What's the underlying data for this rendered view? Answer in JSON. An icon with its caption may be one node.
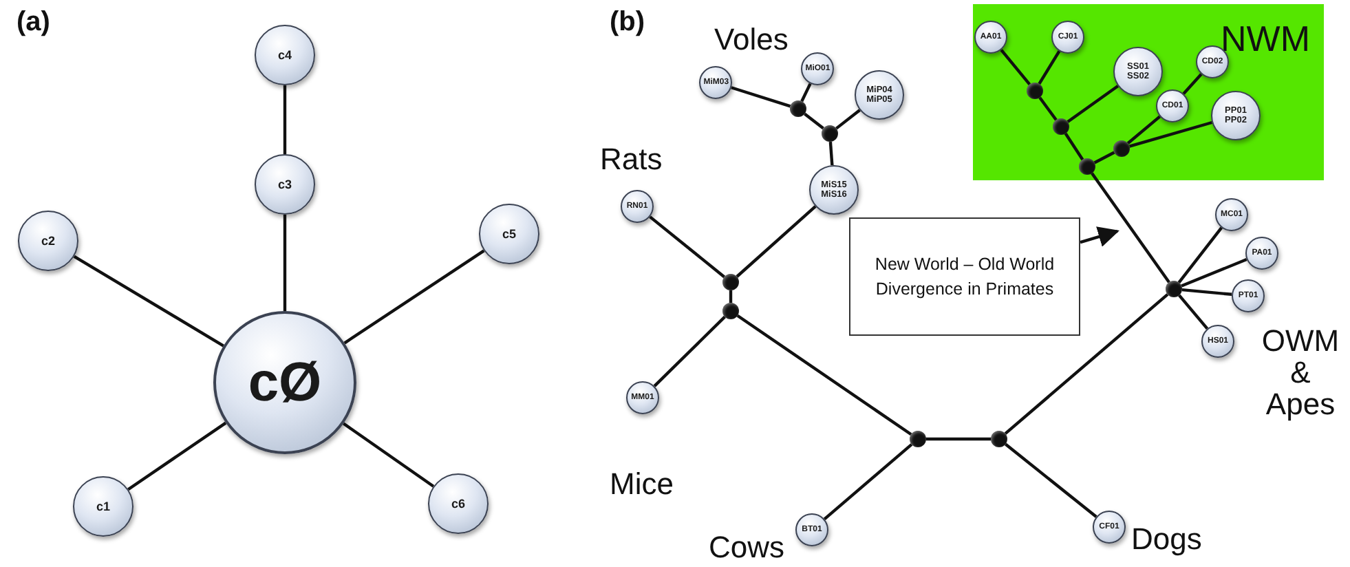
{
  "diagram": {
    "nodes": [
      {
        "text": [
          "c4"
        ]
      },
      {
        "text": [
          "c3"
        ]
      },
      {
        "text": [
          "c2"
        ]
      },
      {
        "text": [
          "c5"
        ]
      },
      {
        "text": [
          "cØ"
        ]
      },
      {
        "text": [
          "c1"
        ]
      },
      {
        "text": [
          "c6"
        ]
      },
      {
        "text": [
          "NWM"
        ]
      },
      {
        "text": [
          "AA01"
        ],
        "in": 7
      },
      {
        "text": [
          "CJ01"
        ],
        "in": 7
      },
      {
        "text": [
          "SS01 SS02"
        ],
        "in": 7
      },
      {
        "text": [
          "CD02"
        ],
        "in": 7
      },
      {
        "text": [
          "CD01"
        ],
        "in": 7
      },
      {
        "text": [
          "PP01 PP02"
        ],
        "in": 7
      },
      {
        "text": [],
        "shape": "circle",
        "in": 7
      },
      {
        "text": [],
        "shape": "circle",
        "in": 7
      },
      {
        "text": [],
        "shape": "circle",
        "in": 7
      },
      {
        "text": [],
        "shape": "circle",
        "in": 7
      },
      {
        "text": [
          "MiO01"
        ]
      },
      {
        "text": [
          "MiM03"
        ]
      },
      {
        "text": [
          "MiP04 MiP05"
        ]
      },
      {
        "text": [],
        "shape": "circle"
      },
      {
        "text": [],
        "shape": "circle"
      },
      {
        "text": [
          "MiS15 MiS16"
        ]
      },
      {
        "text": [
          "RN01"
        ]
      },
      {
        "text": [
          "New World – Old World Divergence in Primates"
        ]
      },
      {
        "text": [
          "MC01"
        ]
      },
      {
        "text": [
          "PA01"
        ]
      },
      {
        "text": [
          "PT01"
        ]
      },
      {
        "text": [
          "HS01"
        ]
      },
      {
        "text": [],
        "shape": "circle"
      },
      {
        "text": [],
        "shape": "circle"
      },
      {
        "text": [],
        "shape": "circle"
      },
      {
        "text": [
          "MM01"
        ]
      },
      {
        "text": [],
        "shape": "circle"
      },
      {
        "text": [],
        "shape": "circle"
      },
      {
        "text": [
          "BT01"
        ]
      },
      {
        "text": [
          "CF01"
        ]
      }
    ],
    "edges": [
      {
        "from": 0,
        "to": 1,
        "arrow": "none"
      },
      {
        "from": 1,
        "to": 4,
        "arrow": "none"
      },
      {
        "from": 2,
        "to": 4,
        "arrow": "none"
      },
      {
        "from": 3,
        "to": 4,
        "arrow": "none"
      },
      {
        "from": 5,
        "to": 4,
        "arrow": "none"
      },
      {
        "from": 6,
        "to": 4,
        "arrow": "none"
      },
      {
        "from": 21,
        "to": 19,
        "arrow": "none"
      },
      {
        "from": 21,
        "to": 18,
        "arrow": "none"
      },
      {
        "from": 21,
        "to": 22,
        "arrow": "none"
      },
      {
        "from": 22,
        "to": 20,
        "arrow": "none"
      },
      {
        "from": 22,
        "to": 23,
        "arrow": "none"
      },
      {
        "from": 23,
        "to": 31,
        "arrow": "none"
      },
      {
        "from": 31,
        "to": 24,
        "arrow": "none"
      },
      {
        "from": 31,
        "to": 32,
        "arrow": "none"
      },
      {
        "from": 32,
        "to": 33,
        "arrow": "none"
      },
      {
        "from": 32,
        "to": 34,
        "arrow": "none"
      },
      {
        "from": 34,
        "to": 36,
        "arrow": "none"
      },
      {
        "from": 34,
        "to": 35,
        "arrow": "none"
      },
      {
        "from": 35,
        "to": 37,
        "arrow": "none"
      },
      {
        "from": 35,
        "to": 30,
        "arrow": "none"
      },
      {
        "from": 30,
        "to": 26,
        "arrow": "none"
      },
      {
        "from": 30,
        "to": 27,
        "arrow": "none"
      },
      {
        "from": 30,
        "to": 28,
        "arrow": "none"
      },
      {
        "from": 30,
        "to": 29,
        "arrow": "none"
      },
      {
        "from": 30,
        "to": 16,
        "arrow": "none"
      },
      {
        "from": 16,
        "to": 15,
        "arrow": "none"
      },
      {
        "from": 15,
        "to": 14,
        "arrow": "none"
      },
      {
        "from": 14,
        "to": 8,
        "arrow": "none"
      },
      {
        "from": 14,
        "to": 9,
        "arrow": "none"
      },
      {
        "from": 15,
        "to": 10,
        "arrow": "none"
      },
      {
        "from": 16,
        "to": 17,
        "arrow": "none"
      },
      {
        "from": 17,
        "to": 12,
        "arrow": "none"
      },
      {
        "from": 12,
        "to": 11,
        "arrow": "none"
      },
      {
        "from": 17,
        "to": 13,
        "arrow": "none"
      },
      {
        "from": 25,
        "to": null,
        "arrow": "to"
      }
    ],
    "labels": [
      "(a)",
      "(b)",
      "Voles",
      "Rats",
      "Mice",
      "Cows",
      "Dogs",
      "OWM & Apes"
    ]
  }
}
